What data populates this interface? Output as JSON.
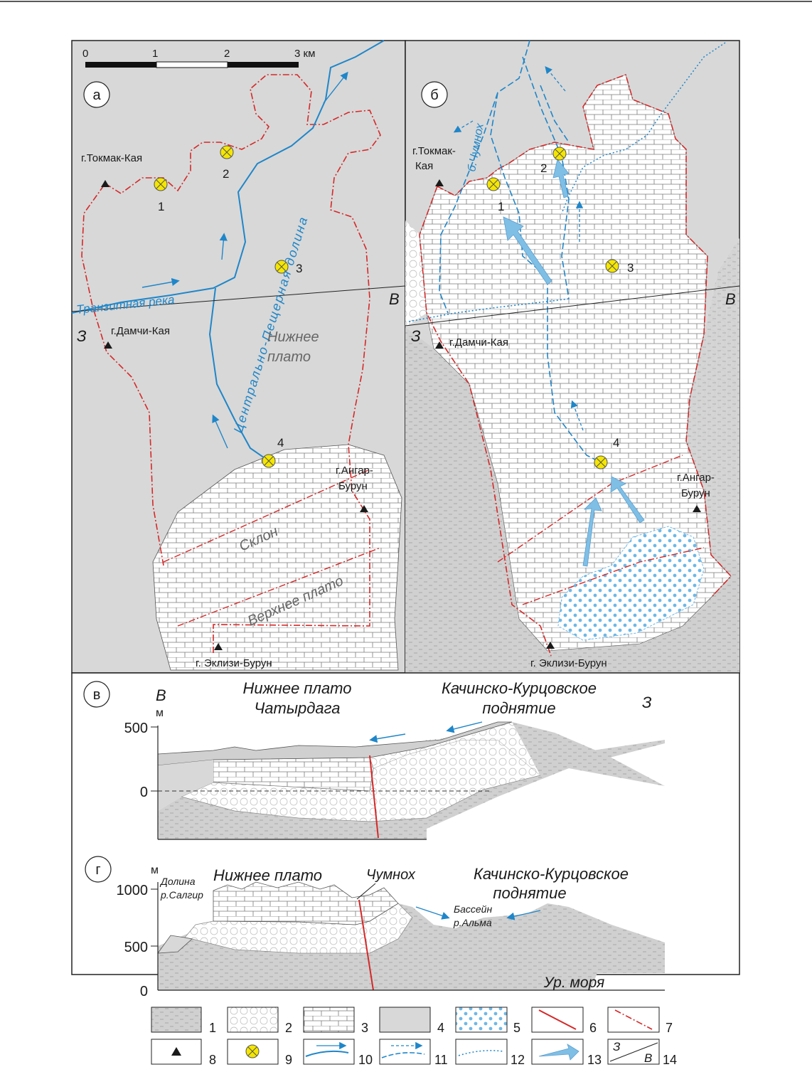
{
  "scale": {
    "ticks": [
      "0",
      "1",
      "2",
      "3 км"
    ]
  },
  "panels": {
    "a": "а",
    "b": "б",
    "v": "в",
    "g": "г"
  },
  "compass": {
    "west": "З",
    "east": "В"
  },
  "map_a": {
    "peaks": {
      "tokmak": "г.Токмак-Кая",
      "damchi": "г.Дамчи-Кая",
      "angar_1": "г.Ангар-",
      "angar_2": "Бурун",
      "eklizi": "г. Эклизи-Бурун"
    },
    "points": [
      "1",
      "2",
      "3",
      "4"
    ],
    "river_transit": "Транзитная река",
    "valley": "Центрально-Пещерная долина",
    "lower_plateau_1": "Нижнее",
    "lower_plateau_2": "плато",
    "slope": "Склон",
    "upper_plateau": "Верхнее плато"
  },
  "map_b": {
    "peaks": {
      "tokmak_1": "г.Токмак-",
      "tokmak_2": "Кая",
      "damchi": "г.Дамчи-Кая",
      "angar_1": "г.Ангар-",
      "angar_2": "Бурун",
      "eklizi": "г. Эклизи-Бурун"
    },
    "points": [
      "1",
      "2",
      "3",
      "4"
    ],
    "river": "б.Чумнох"
  },
  "section_v": {
    "dir_left": "В",
    "unit": "м",
    "ticks": [
      "500",
      "0"
    ],
    "title_left_1": "Нижнее плато",
    "title_left_2": "Чатырдага",
    "title_right_1": "Качинско-Курцовское",
    "title_right_2": "поднятие",
    "dir_right": "З"
  },
  "section_g": {
    "unit": "м",
    "ticks": [
      "1000",
      "500",
      "0"
    ],
    "salgir_1": "Долина",
    "salgir_2": "р.Салгир",
    "lower_plateau": "Нижнее плато",
    "chumnokh": "Чумнох",
    "title_right_1": "Качинско-Курцовское",
    "title_right_2": "поднятие",
    "alma_1": "Бассейн",
    "alma_2": "р.Альма",
    "sea_level": "Ур. моря"
  },
  "legend": [
    "1",
    "2",
    "3",
    "4",
    "5",
    "6",
    "7",
    "8",
    "9",
    "10",
    "11",
    "12",
    "13",
    "14"
  ],
  "legend_profile": {
    "w": "З",
    "e": "В"
  },
  "colors": {
    "grey": "#d8d8d8",
    "blue": "#1f86c9",
    "red": "#d62828",
    "yellow": "#f5e600",
    "arrow": "#7fbfe6"
  }
}
